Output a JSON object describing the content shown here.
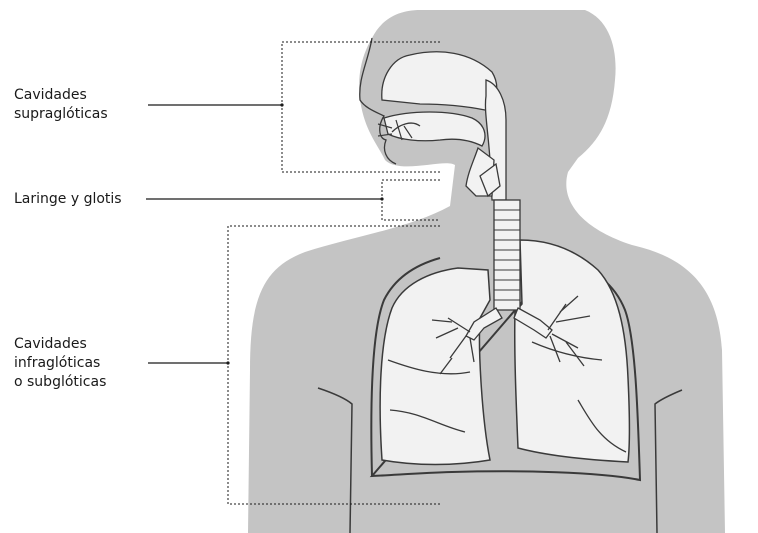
{
  "labels": {
    "supraglottic": [
      "Cavidades",
      "supraglóticas"
    ],
    "larynx": "Laringe y glotis",
    "infraglottic": [
      "Cavidades",
      "infraglóticas",
      "o subglóticas"
    ]
  },
  "colors": {
    "body": "#c4c4c4",
    "lung_fill": "#f2f2f2",
    "outline": "#3a3a3a",
    "background": "#ffffff"
  }
}
